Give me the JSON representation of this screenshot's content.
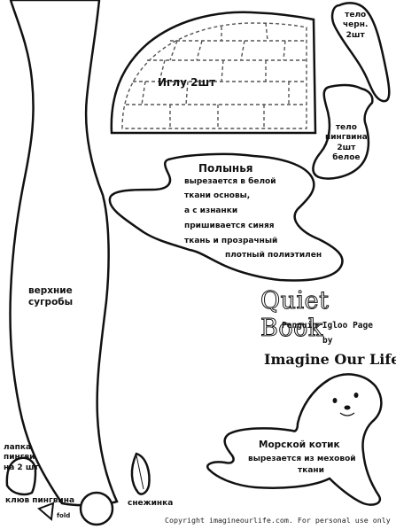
{
  "labels": {
    "igloo": "Иглу 2шт",
    "penguin_black": [
      "тело",
      "черн.",
      "2шт"
    ],
    "penguin_white": [
      "тело",
      "пингвина",
      "2шт",
      "белое"
    ],
    "polynya": [
      "Полынья",
      "вырезается в белой",
      "ткани основы,",
      "а с изнанки",
      "пришивается синяя",
      "ткань    и прозрачный",
      "плотный полиэтилен"
    ],
    "drifts": [
      "верхние",
      "сугробы"
    ],
    "paw": [
      "лапка",
      "пингви",
      "на 2 шт"
    ],
    "beak": "клюв пингвина",
    "fold": "fold",
    "snowflake": "снежинка",
    "seal": [
      "Морской котик",
      "вырезается из меховой",
      "ткани"
    ]
  },
  "title": {
    "main": "Quiet Book",
    "sub1": "Penguin Igloo Page",
    "sub2": "by",
    "brand": "Imagine Our Life"
  },
  "copyright": "Copyright imagineourlife.com. For personal use only"
}
